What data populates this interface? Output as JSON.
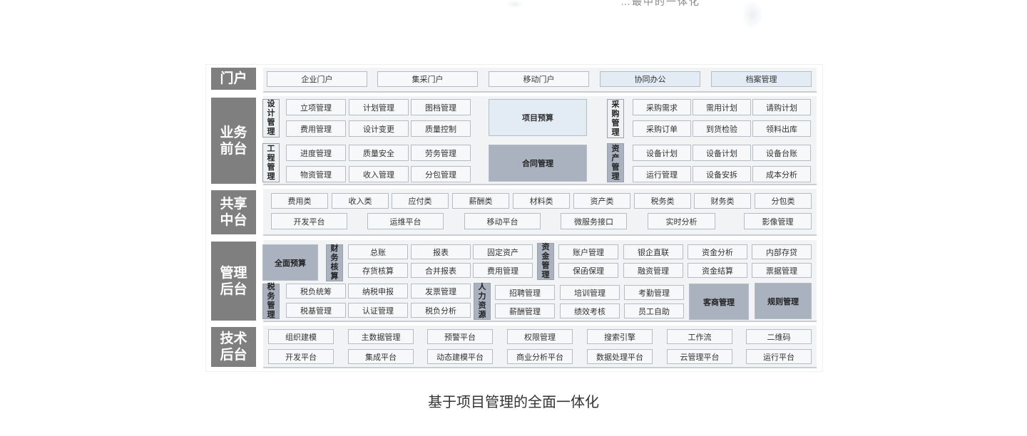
{
  "top_fragment": "…最中的一体化",
  "caption": "基于项目管理的全面一体化",
  "layers": {
    "portal": {
      "tag": "门户",
      "items": [
        "企业门户",
        "集采门户",
        "移动门户",
        "协同办公",
        "档案管理"
      ]
    },
    "biz": {
      "tag": "业务\n前台",
      "design_label": "设\n计\n管\n理",
      "design_items": [
        "立项管理",
        "计划管理",
        "图档管理",
        "费用管理",
        "设计变更",
        "质量控制"
      ],
      "eng_label": "工\n程\n管\n理",
      "eng_items": [
        "进度管理",
        "质量安全",
        "劳务管理",
        "物资管理",
        "收入管理",
        "分包管理"
      ],
      "project_budget": "项目预算",
      "contract_mgmt": "合同管理",
      "purchase_label": "采\n购\n管\n理",
      "purchase_items": [
        "采购需求",
        "需用计划",
        "请购计划",
        "采购订单",
        "到货检验",
        "领料出库"
      ],
      "asset_label": "资\n产\n管\n理",
      "asset_items": [
        "设备计划",
        "设备计划",
        "设备台账",
        "运行管理",
        "设备安拆",
        "成本分析"
      ]
    },
    "shared": {
      "tag": "共享\n中台",
      "row1": [
        "费用类",
        "收入类",
        "应付类",
        "薪酬类",
        "材料类",
        "资产类",
        "税务类",
        "财务类",
        "分包类"
      ],
      "row2": [
        "开发平台",
        "运维平台",
        "移动平台",
        "微服务接口",
        "实时分析",
        "影像管理"
      ]
    },
    "mgmt": {
      "tag": "管理\n后台",
      "full_budget": "全面预算",
      "fin_label": "财\n务\n核\n算",
      "fin_items": [
        "总账",
        "报表",
        "固定资产",
        "存货核算",
        "合并报表",
        "费用管理"
      ],
      "fund_label": "资\n金\n管\n理",
      "fund_items": [
        "账户管理",
        "银企直联",
        "资金分析",
        "内部存贷",
        "保函保理",
        "融资管理",
        "资金结算",
        "票据管理"
      ],
      "tax_label": "税\n务\n管\n理",
      "tax_items": [
        "税负统筹",
        "纳税申报",
        "发票管理",
        "税基管理",
        "认证管理",
        "税负分析"
      ],
      "hr_label": "人\n力\n资\n源",
      "hr_items": [
        "招聘管理",
        "培训管理",
        "考勤管理",
        "薪酬管理",
        "绩效考核",
        "员工自助"
      ],
      "customer_mgmt": "客商管理",
      "rules_mgmt": "规则管理"
    },
    "tech": {
      "tag": "技术\n后台",
      "row1": [
        "组织建模",
        "主数据管理",
        "预警平台",
        "权限管理",
        "搜索引擎",
        "工作流",
        "二维码"
      ],
      "row2": [
        "开发平台",
        "集成平台",
        "动态建模平台",
        "商业分析平台",
        "数据处理平台",
        "云管理平台",
        "运行平台"
      ]
    }
  }
}
